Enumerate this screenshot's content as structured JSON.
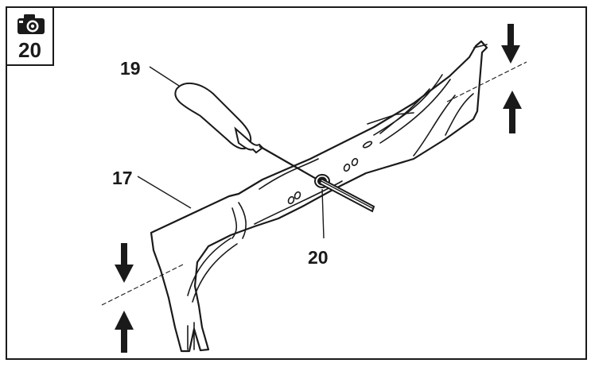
{
  "figure": {
    "number": "20",
    "icon": "camera-icon"
  },
  "callouts": {
    "screwdriver": "19",
    "blade": "17",
    "bolt": "20"
  },
  "colors": {
    "ink": "#1a1a1a",
    "paper": "#ffffff",
    "shade": "#d9d9d9"
  }
}
